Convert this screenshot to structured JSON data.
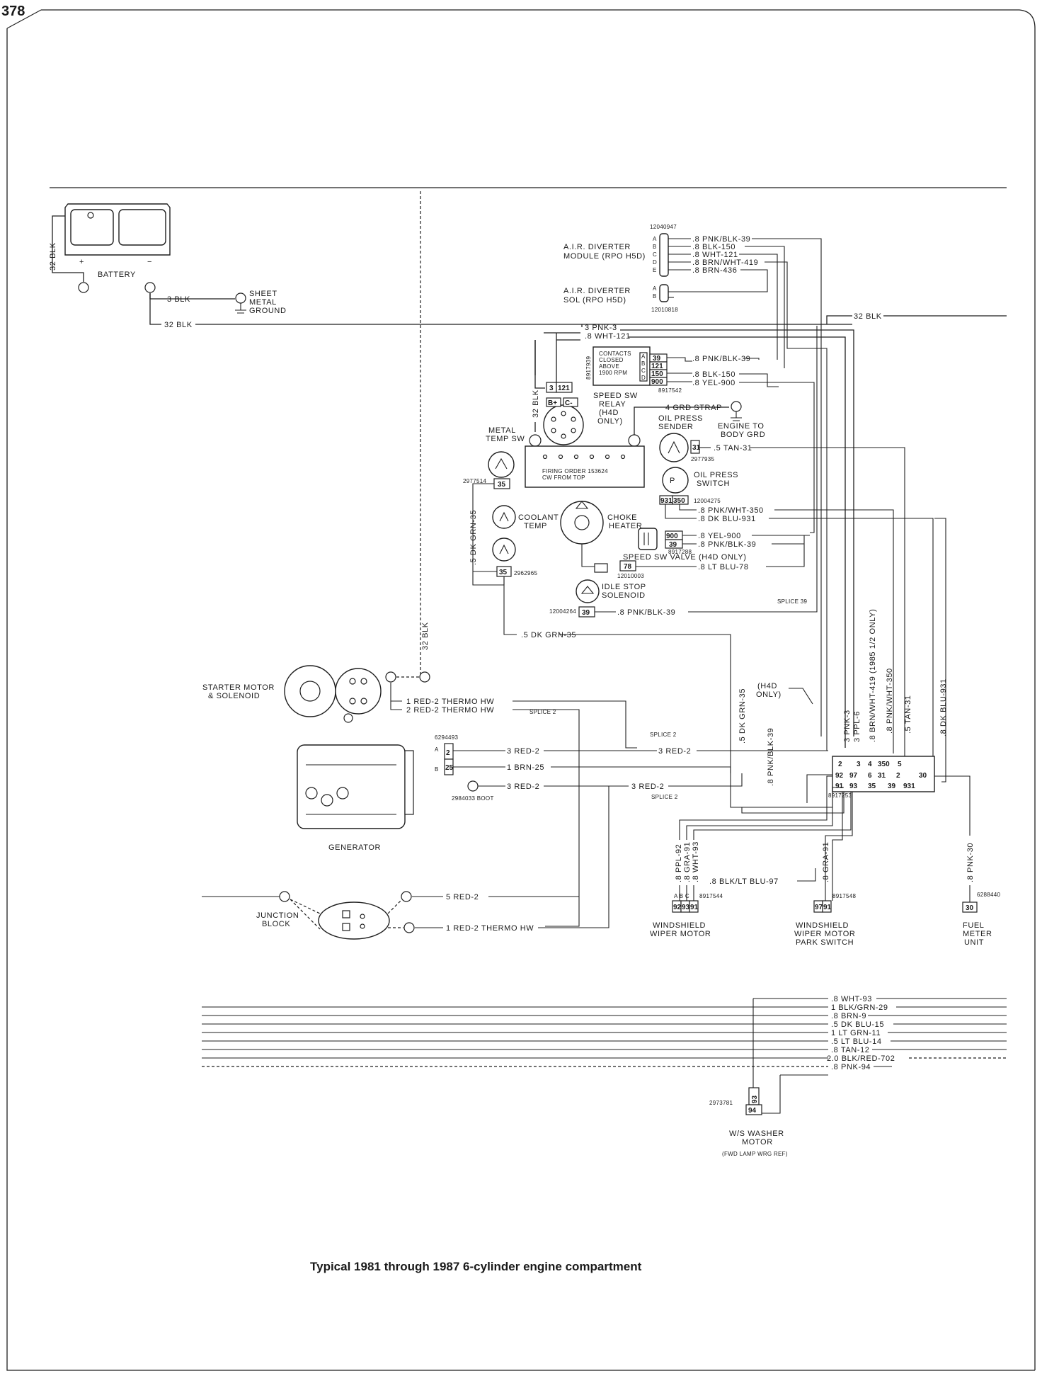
{
  "page_number": "378",
  "caption": "Typical 1981 through 1987 6-cylinder engine compartment",
  "components": {
    "battery": "BATTERY",
    "sheet_metal_ground": [
      "SHEET",
      "METAL",
      "GROUND"
    ],
    "air_diverter_module": [
      "A.I.R. DIVERTER",
      "MODULE (RPO H5D)"
    ],
    "air_diverter_sol": [
      "A.I.R. DIVERTER",
      "SOL (RPO H5D)"
    ],
    "speed_sw_relay": [
      "SPEED SW",
      "RELAY",
      "(H4D",
      "ONLY)"
    ],
    "relay_contacts_note": [
      "CONTACTS",
      "CLOSED",
      "ABOVE",
      "1900 RPM"
    ],
    "grd_strap": "4 GRD STRAP",
    "engine_to_body_grd": [
      "ENGINE TO",
      "BODY GRD"
    ],
    "oil_press_sender": [
      "OIL PRESS",
      "SENDER"
    ],
    "oil_press_switch": [
      "OIL PRESS",
      "SWITCH"
    ],
    "metal_temp_sw": [
      "METAL",
      "TEMP SW"
    ],
    "firing_order": [
      "FIRING ORDER 153624",
      "CW FROM TOP"
    ],
    "coolant_temp": [
      "COOLANT",
      "TEMP"
    ],
    "choke_heater": [
      "CHOKE",
      "HEATER"
    ],
    "speed_sw_valve": "SPEED SW VALVE (H4D ONLY)",
    "idle_stop_solenoid": [
      "IDLE STOP",
      "SOLENOID"
    ],
    "starter_motor": [
      "STARTER MOTOR",
      "& SOLENOID"
    ],
    "generator": "GENERATOR",
    "junction_block": [
      "JUNCTION",
      "BLOCK"
    ],
    "windshield_wiper_motor": [
      "WINDSHIELD",
      "WIPER MOTOR"
    ],
    "wiper_park_switch": [
      "WINDSHIELD",
      "WIPER MOTOR",
      "PARK SWITCH"
    ],
    "fuel_meter_unit": [
      "FUEL",
      "METER",
      "UNIT"
    ],
    "ws_washer_motor": [
      "W/S WASHER",
      "MOTOR"
    ],
    "ws_washer_ref": "(FWD LAMP WRG REF)",
    "h4d_only_note": [
      "(H4D",
      "ONLY)"
    ],
    "splice_39": "SPLICE 39",
    "splice_2": "SPLICE 2"
  },
  "part_numbers": {
    "air_module": "12040947",
    "air_sol": "12010818",
    "relay": "8917939",
    "relay_conn": "8917542",
    "metal_temp": "2977514",
    "oil_sender": "2977935",
    "oil_switch": "12004275",
    "speed_valve": "8917288",
    "choke_conn": "12010003",
    "coolant_conn": "2962965",
    "idle_stop": "12004264",
    "gen_conn": "6294493",
    "gen_term": "2984033 BOOT",
    "bulkhead": "8917253",
    "wiper_conn": "8917544",
    "park_conn": "8917548",
    "fuel_conn": "6288440",
    "washer_conn": "2973781"
  },
  "wires": {
    "batt_neg_32": "32 BLK",
    "batt_3_blk": "3 BLK",
    "main_32_blk": "32 BLK",
    "main_32_blk_right": "32 BLK",
    "vert_32_blk_relay": "32 BLK",
    "vert_32_blk_starter": "32 BLK",
    "air_1": ".8 PNK/BLK-39",
    "air_2": ".8 BLK-150",
    "air_3": ".8 WHT-121",
    "air_4": ".8 BRN/WHT-419",
    "air_5": ".8 BRN-436",
    "relay_pnk3": "3 PNK-3",
    "relay_wht121": ".8 WHT-121",
    "relay_pnkblk39": ".8 PNK/BLK-39",
    "relay_blk150": ".8 BLK-150",
    "relay_yel900": ".8 YEL-900",
    "oil_tan31": ".5 TAN-31",
    "oil_sw_pnkwht": ".8 PNK/WHT-350",
    "oil_sw_dkblu": ".8 DK BLU-931",
    "valve_yel": ".8 YEL-900",
    "valve_pnkblk": ".8 PNK/BLK-39",
    "choke_ltblu": ".8 LT BLU-78",
    "coolant_dkgrn": ".5 DK GRN-35",
    "idle_pnkblk": ".8 PNK/BLK-39",
    "dkgrn_35_h": ".5 DK GRN-35",
    "starter_red2_thermo": "1 RED-2  THERMO HW",
    "starter_2red2_thermo": "2 RED-2  THERMO HW",
    "gen_red2": "3 RED-2",
    "gen_brn25": "1 BRN-25",
    "gen_red2_b": "3 RED-2",
    "gen_red2_c": "3 RED-2",
    "gen_red2_d": "3 RED-2",
    "jb_red2": "5 RED-2",
    "jb_thermo": "1 RED-2  THERMO HW",
    "v_dkgrn": ".5 DK GRN-35",
    "v_pnkblk": ".8 PNK/BLK-39",
    "v_pnk3": "3 PNK-3",
    "v_ppl6": "3 PPL-6",
    "v_brnwht": ".8 BRN/WHT-419 (1985 1/2 ONLY)",
    "v_pnkwht": ".8 PNK/WHT-350",
    "v_tan31": ".5 TAN-31",
    "v_dkblu": ".8 DK BLU-931",
    "wiper_ppl": ".8 PPL-92",
    "wiper_gra": ".8 GRA-91",
    "wiper_wht": ".8 WHT-93",
    "wiper_blkltblu": ".8 BLK/LT BLU-97",
    "park_gra": ".8 GRA-91",
    "fuel_pnk30": ".8 PNK-30",
    "bus": [
      ".8 WHT-93",
      "1 BLK/GRN-29",
      ".8 BRN-9",
      ".5 DK BLU-15",
      "1 LT GRN-11",
      ".5 LT BLU-14",
      ".8 TAN-12",
      "2.0 BLK/RED-702",
      ".8 PNK-94"
    ]
  },
  "pins": {
    "air_module": [
      "A",
      "B",
      "C",
      "D",
      "E"
    ],
    "air_sol": [
      "A",
      "B"
    ],
    "relay_abcd": [
      "A",
      "B",
      "C",
      "D"
    ],
    "relay_top": [
      "39",
      "121",
      "150",
      "900"
    ],
    "relay_bottom": [
      "3",
      "121"
    ],
    "relay_bc": [
      "B+",
      "C-"
    ],
    "metal_temp": "35",
    "oil_sender": "31",
    "oil_switch": [
      "931",
      "350"
    ],
    "valve": [
      "900",
      "39"
    ],
    "choke": "78",
    "coolant": "35",
    "idle_stop": "39",
    "gen": [
      "2",
      "25"
    ],
    "gen_ab": [
      "A",
      "B"
    ],
    "bulk_row1": [
      "2",
      "3",
      "4",
      "350",
      "5"
    ],
    "bulk_row2": [
      "92",
      "97",
      "6",
      "31",
      "2"
    ],
    "bulk_row3": [
      "91",
      "93",
      "35",
      "39",
      "931",
      "30"
    ],
    "wiper": [
      "92",
      "93",
      "91"
    ],
    "wiper_abc": "A B C",
    "park": [
      "97",
      "91"
    ],
    "fuel": "30",
    "washer": [
      "93",
      "94"
    ]
  },
  "battery_polarity": {
    "pos": "+",
    "neg": "−"
  }
}
